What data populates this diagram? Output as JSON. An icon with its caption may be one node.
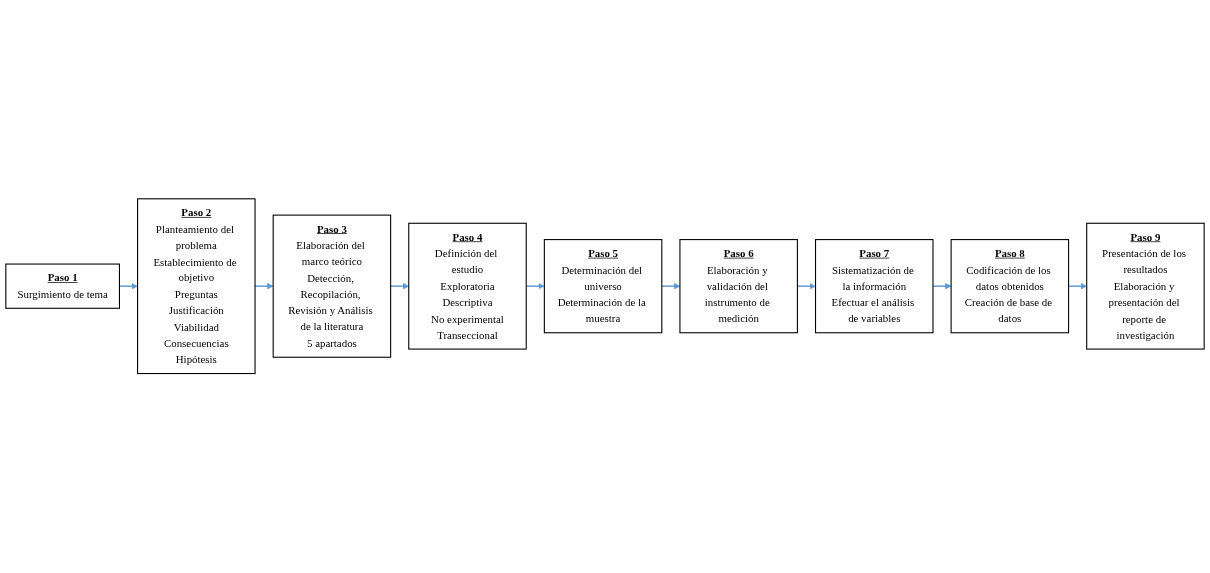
{
  "diagram": {
    "nodes": [
      {
        "text": [
          "Paso 1",
          "Surgimiento de tema"
        ]
      },
      {
        "text": [
          "Paso 2",
          "Planteamiento del problema",
          "Establecimiento de objetivo",
          "Preguntas",
          "Justificación",
          "Viabilidad",
          "Consecuencias",
          "Hipótesis"
        ]
      },
      {
        "text": [
          "Paso 3",
          "Elaboración del marco teórico",
          "Detección, Recopilación, Revisión y Análisis de la literatura",
          "5 apartados"
        ]
      },
      {
        "text": [
          "Paso 4",
          "Definición del estudio",
          "Exploratoria",
          "Descriptiva",
          "No experimental",
          "Transeccional"
        ]
      },
      {
        "text": [
          "Paso 5",
          "Determinación del universo",
          "Determinación de la muestra"
        ]
      },
      {
        "text": [
          "Paso 6",
          "Elaboración y validación del instrumento de medición"
        ]
      },
      {
        "text": [
          "Paso 7",
          "Sistematización de la información",
          "Efectuar el análisis de variables"
        ]
      },
      {
        "text": [
          "Paso 8",
          "Codificación de los datos obtenidos",
          "Creación de base de datos"
        ]
      },
      {
        "text": [
          "Paso 9",
          "Presentación de los resultados",
          "Elaboración y presentación del reporte de investigación"
        ]
      }
    ],
    "edges": [
      {
        "from": 0,
        "to": 1,
        "arrow": "to"
      },
      {
        "from": 1,
        "to": 2,
        "arrow": "to"
      },
      {
        "from": 2,
        "to": 3,
        "arrow": "to"
      },
      {
        "from": 3,
        "to": 4,
        "arrow": "to"
      },
      {
        "from": 4,
        "to": 5,
        "arrow": "to"
      },
      {
        "from": 5,
        "to": 6,
        "arrow": "to"
      },
      {
        "from": 6,
        "to": 7,
        "arrow": "to"
      },
      {
        "from": 7,
        "to": 8,
        "arrow": "to"
      }
    ]
  }
}
